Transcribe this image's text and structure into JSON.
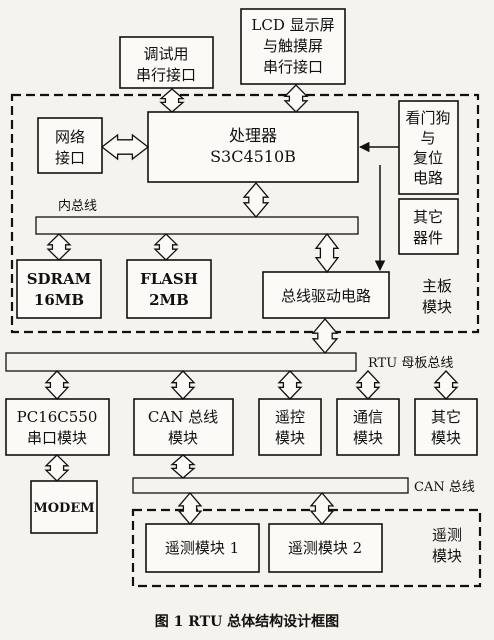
{
  "boxes": {
    "debug_port": [
      "调试用",
      "串行接口"
    ],
    "lcd_port": [
      "LCD 显示屏",
      "与触摸屏",
      "串行接口"
    ],
    "network": [
      "网络",
      "接口"
    ],
    "processor": [
      "处理器",
      "S3C4510B"
    ],
    "watchdog": [
      "看门狗",
      "与",
      "复位",
      "电路"
    ],
    "other_devices": [
      "其它",
      "器件"
    ],
    "sdram": [
      "SDRAM",
      "16MB"
    ],
    "flash": [
      "FLASH",
      "2MB"
    ],
    "bus_driver": [
      "总线驱动电路"
    ],
    "pc16c550": [
      "PC16C550",
      "串口模块"
    ],
    "can_module": [
      "CAN 总线",
      "模块"
    ],
    "remote_control": [
      "遥控",
      "模块"
    ],
    "comm": [
      "通信",
      "模块"
    ],
    "other_module": [
      "其它",
      "模块"
    ],
    "modem": [
      "MODEM"
    ],
    "telemetry1": [
      "遥测模块 1"
    ],
    "telemetry2": [
      "遥测模块 2"
    ]
  },
  "labels": {
    "internal_bus": "内总线",
    "mainboard": [
      "主板",
      "模块"
    ],
    "rtu_bus": "RTU 母板总线",
    "can_bus": "CAN 总线",
    "telemetry_group": [
      "遥测",
      "模块"
    ]
  },
  "caption": "图 1   RTU 总体结构设计框图"
}
